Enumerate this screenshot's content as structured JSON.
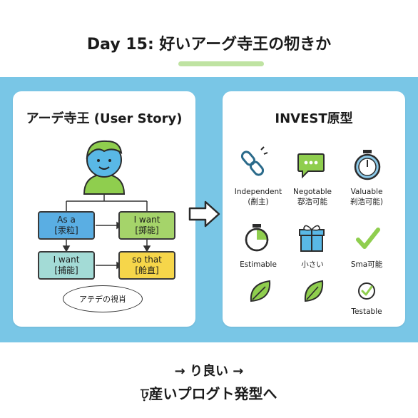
{
  "title": "Day 15:  好いアーグ寺王の牣きか",
  "left_card": {
    "title": "アーデ寺王 (User Story)",
    "boxes": {
      "as_a": {
        "line1": "As a",
        "line2": "[汞粒]"
      },
      "i_want_top": {
        "line1": "I want",
        "line2": "[掷能]"
      },
      "i_want_bottom": {
        "line1": "I want",
        "line2": "[捕能]"
      },
      "so_that": {
        "line1": "so that",
        "line2": "[舱直]"
      }
    },
    "ellipse_text": "アテデの視肖"
  },
  "right_card": {
    "title": "INVEST原型",
    "items": [
      {
        "line1": "Independent",
        "line2": "(劀主)",
        "icon": "chain-link-icon"
      },
      {
        "line1": "Negotable",
        "line2": "鄀浩可能",
        "icon": "chat-bubble-icon"
      },
      {
        "line1": "Valuable",
        "line2": "刹浩可能)",
        "icon": "stopwatch-icon"
      },
      {
        "line1": "Estimable",
        "line2": "",
        "icon": "timer-icon"
      },
      {
        "line1": "小さい",
        "line2": "",
        "icon": "gift-icon"
      },
      {
        "line1": "Sma可能",
        "line2": "",
        "icon": "checkmark-icon"
      },
      {
        "line1": "",
        "line2": "",
        "icon": "leaf-icon"
      },
      {
        "line1": "",
        "line2": "",
        "icon": "leaf-icon"
      },
      {
        "line1": "Testable",
        "line2": "",
        "icon": "check-badge-icon"
      }
    ]
  },
  "bottom": {
    "line1": "→ り良い →",
    "line2": "ঢ়産いプログト発型へ"
  },
  "colors": {
    "band": "#79c6e6",
    "as_a": "#5aaee3",
    "want_top": "#a5d46a",
    "want_bottom": "#a3dbd6",
    "so_that": "#f6d64a",
    "highlight": "#bfe3a2",
    "avatar_skin": "#59b8e6",
    "avatar_hair": "#8fce4e"
  }
}
